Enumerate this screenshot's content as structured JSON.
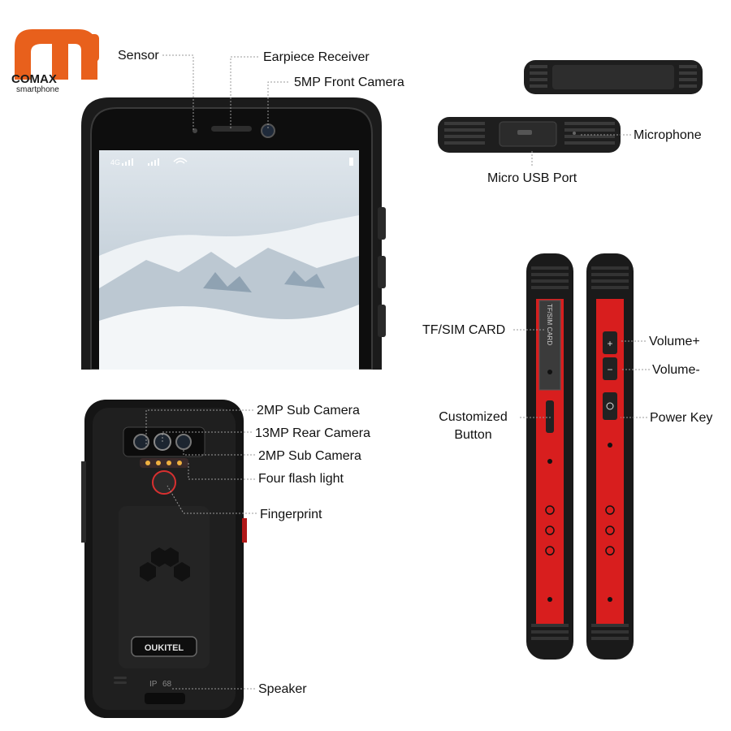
{
  "brand": {
    "name": "COMAX",
    "tagline": "smartphone",
    "color": "#e8601c"
  },
  "phone_brand": "OUKITEL",
  "rating": {
    "prefix": "IP",
    "value": "68"
  },
  "status_bar": {
    "network": "4G"
  },
  "colors": {
    "body": "#1b1b1b",
    "accent_red": "#d81e1e",
    "screen_sky": "#c9d4dd",
    "leader_line": "#9a9a9a"
  },
  "side_labels": {
    "sim_slot": "TF/SIM CARD",
    "plus": "+",
    "minus": "−"
  },
  "callouts": {
    "sensor": "Sensor",
    "earpiece": "Earpiece Receiver",
    "front_camera": "5MP Front Camera",
    "microphone": "Microphone",
    "micro_usb": "Micro USB Port",
    "tf_sim": "TF/SIM CARD",
    "volume_up": "Volume+",
    "volume_down": "Volume-",
    "customized_line1": "Customized",
    "customized_line2": "Button",
    "power_key": "Power Key",
    "sub_camera_top": "2MP Sub Camera",
    "rear_camera": "13MP Rear Camera",
    "sub_camera_bottom": "2MP Sub Camera",
    "flash": "Four flash light",
    "fingerprint": "Fingerprint",
    "speaker": "Speaker"
  }
}
